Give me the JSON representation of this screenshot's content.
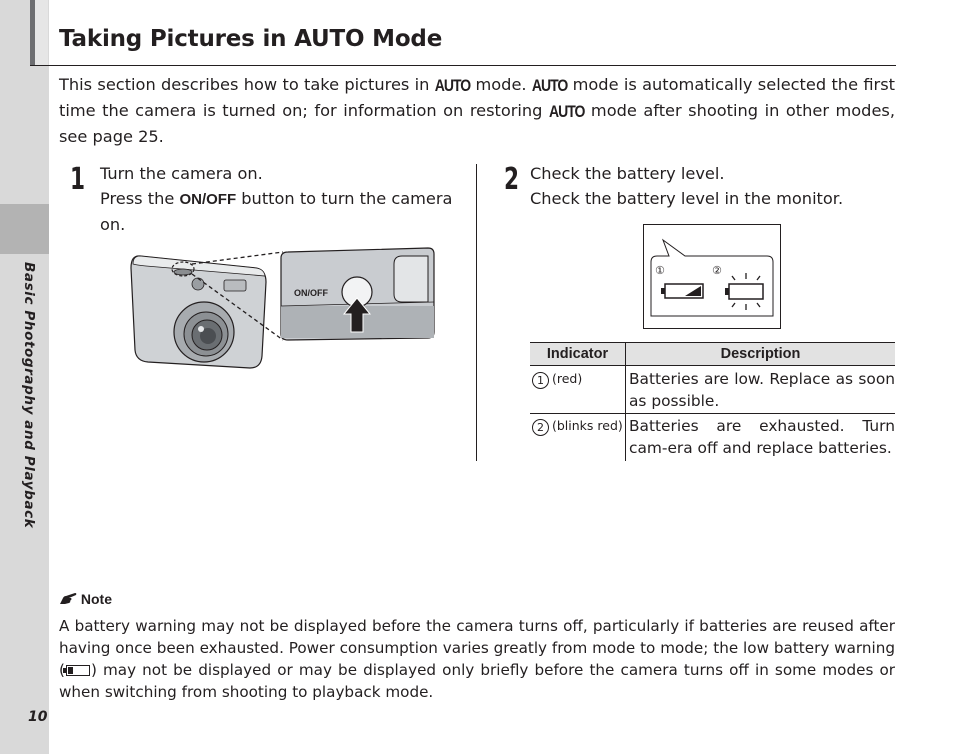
{
  "sidebar": {
    "section_label": "Basic Photography and Playback",
    "page_number": "10"
  },
  "title": "Taking Pictures in AUTO Mode",
  "intro": {
    "part1": "This section describes how to take pictures in ",
    "auto": "AUTO",
    "part2": " mode.  ",
    "part3": " mode is automatically selected the first time the camera is turned on; for information on restoring ",
    "part4": " mode after shooting in other modes, see page 25."
  },
  "step1": {
    "number": "1",
    "heading": "Turn the camera on.",
    "body_before": "Press the ",
    "key": "ON/OFF",
    "body_after": " button to turn the camera on.",
    "illustration_label": "ON/OFF"
  },
  "step2": {
    "number": "2",
    "heading": "Check the battery level.",
    "body": "Check the battery level in the monitor.",
    "callout_1": "①",
    "callout_2": "②"
  },
  "indicator_table": {
    "headers": [
      "Indicator",
      "Description"
    ],
    "rows": [
      {
        "marker": "1",
        "indicator": "(red)",
        "description": "Batteries are low.  Replace as soon as possible."
      },
      {
        "marker": "2",
        "indicator": "(blinks red)",
        "description": "Batteries are exhausted. Turn cam-era off and replace batteries."
      }
    ]
  },
  "note": {
    "heading": "Note",
    "body_before": "A battery warning may not be displayed before the camera turns off, particularly if batteries are reused after having once been exhausted.  Power consumption varies greatly from mode to mode; the low battery warning (",
    "body_after": ") may not be displayed or may be displayed only briefly before the camera turns off in some modes or when switching from shooting to playback mode.",
    "icon": "pointing-hand-icon"
  },
  "colors": {
    "text": "#231f20",
    "side_strip": "#d9d9d9",
    "side_strip_dark": "#b3b3b3",
    "table_header": "#e2e2e2"
  }
}
